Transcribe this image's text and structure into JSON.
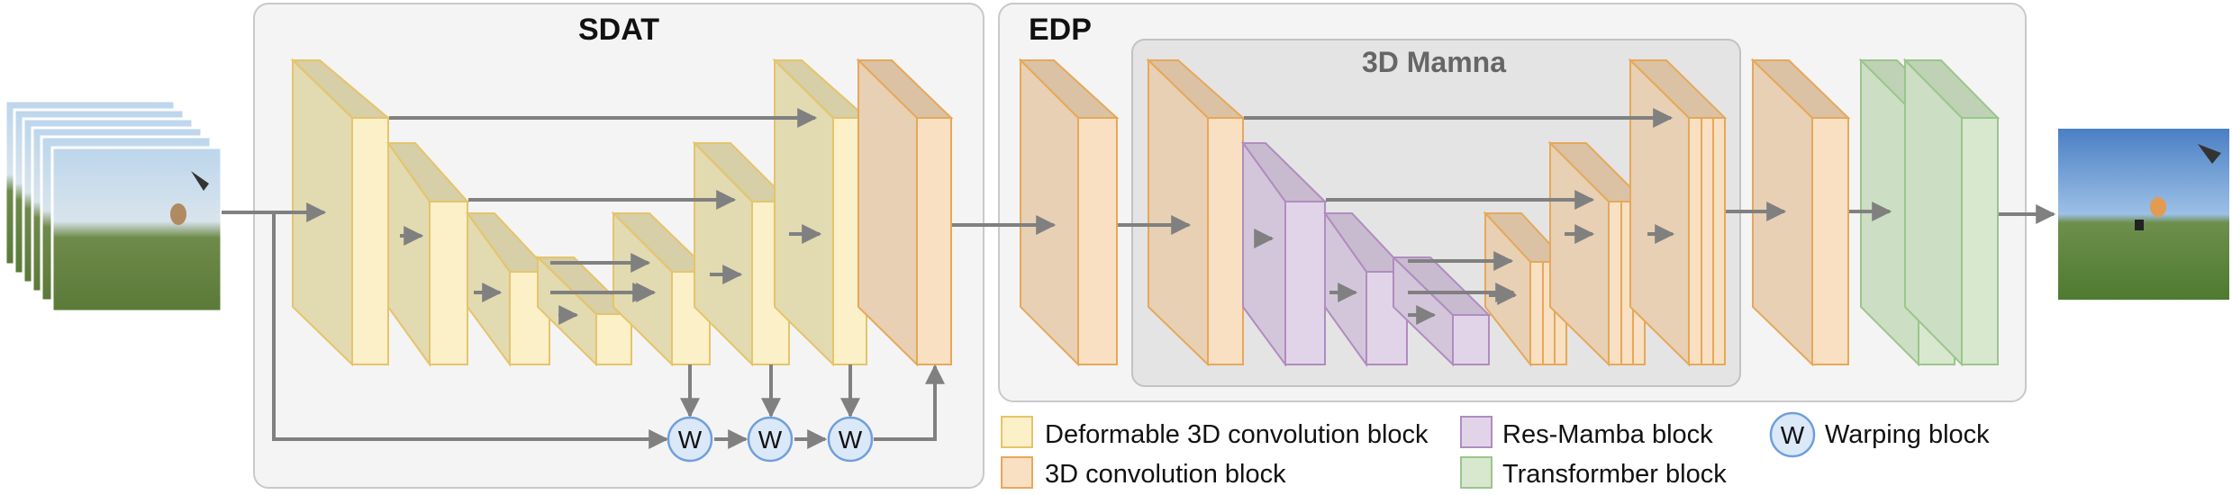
{
  "sections": {
    "sdat": "SDAT",
    "edp": "EDP",
    "mamba": "3D Mamna"
  },
  "warp_symbol": "W",
  "legend": {
    "deformable": "Deformable 3D convolution block",
    "conv3d": "3D convolution block",
    "res_mamba": "Res-Mamba block",
    "transformer": "Transformber block",
    "warping": "Warping block"
  },
  "colors": {
    "deformable": "#fbf0c8",
    "conv3d": "#f9e0c2",
    "res_mamba": "#e2d4e8",
    "transformer": "#d7e8cf",
    "warping": "#dbe8f7",
    "panel": "#f4f4f4",
    "mamba_panel": "#e4e4e4",
    "arrow": "#808080"
  }
}
